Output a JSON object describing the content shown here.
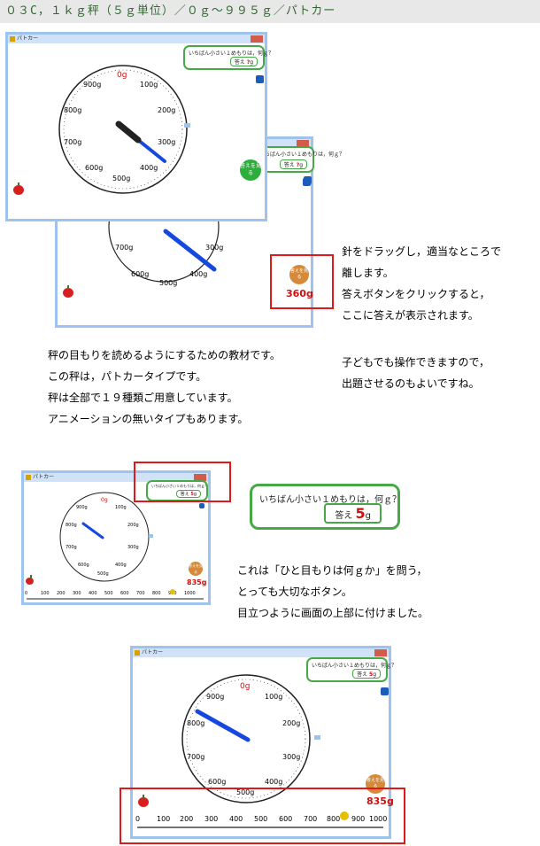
{
  "header": {
    "title": "０３C，１ｋｇ秤（５ｇ単位）／０ｇ～９９５ｇ／パトカー"
  },
  "window": {
    "title": "パトカー"
  },
  "question": {
    "text": "いちばん小さい１めもりは，何ｇ？",
    "answer_label": "答え",
    "unknown": "?",
    "answer_value": "5",
    "unit": "g"
  },
  "answer_button": {
    "label": "答えを見る"
  },
  "dial_labels": [
    "0g",
    "100g",
    "200g",
    "300g",
    "400g",
    "500g",
    "600g",
    "700g",
    "800g",
    "900g"
  ],
  "readings": {
    "reading_a": "360g",
    "reading_b": "835g",
    "reading_c": "835g"
  },
  "ruler_labels": [
    "0",
    "100",
    "200",
    "300",
    "400",
    "500",
    "600",
    "700",
    "800",
    "900",
    "1000"
  ],
  "text_block_1": [
    "針をドラッグし，適当なところで",
    "離します。",
    "答えボタンをクリックすると，",
    "ここに答えが表示されます。"
  ],
  "text_block_2": [
    "子どもでも操作できますので，",
    "出題させるのもよいですね。"
  ],
  "text_block_3": [
    "秤の目もりを読めるようにするための教材です。",
    "この秤は，パトカータイプです。",
    "秤は全部で１９種類ご用意しています。",
    "アニメーションの無いタイプもあります。"
  ],
  "text_block_4": [
    "これは「ひと目もりは何ｇか」を問う，",
    "とっても大切なボタン。",
    "目立つように画面の上部に付けました。"
  ],
  "colors": {
    "accent_green": "#47a847",
    "needle_blue": "#1448e0",
    "highlight_red": "#e01818",
    "window_border": "#9ec3ec"
  }
}
